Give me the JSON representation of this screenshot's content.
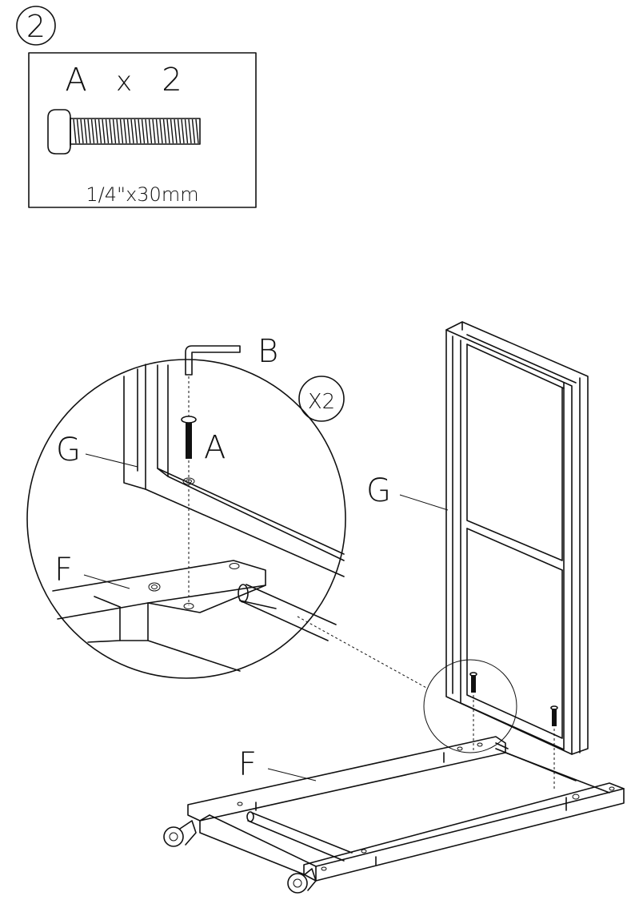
{
  "step_number": "2",
  "parts_box": {
    "part_letter": "A",
    "multiplier": "x",
    "quantity": "2",
    "size": "1/4\"x30mm"
  },
  "labels": {
    "tool": "B",
    "screw": "A",
    "panel_detail": "G",
    "base_detail": "F",
    "panel_main": "G",
    "base_main": "F",
    "repeat": "X2"
  }
}
